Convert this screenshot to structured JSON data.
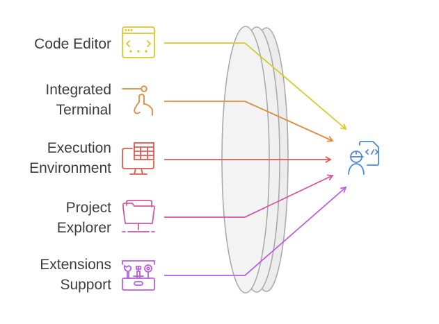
{
  "items": [
    {
      "label_lines": [
        "Code Editor"
      ],
      "icon": "code-window-icon",
      "color": "#d9c82a"
    },
    {
      "label_lines": [
        "Integrated",
        "Terminal"
      ],
      "icon": "touch-switch-icon",
      "color": "#e0893a"
    },
    {
      "label_lines": [
        "Execution",
        "Environment"
      ],
      "icon": "monitor-grid-icon",
      "color": "#dd5a4e"
    },
    {
      "label_lines": [
        "Project",
        "Explorer"
      ],
      "icon": "network-folder-icon",
      "color": "#d158a3"
    },
    {
      "label_lines": [
        "Extensions",
        "Support"
      ],
      "icon": "toolbox-icon",
      "color": "#b85ee0"
    }
  ],
  "target": {
    "icon": "developer-icon",
    "color": "#4a86e0"
  },
  "lens": {
    "icon": "lens-shape",
    "color": "#f2f2f2"
  }
}
